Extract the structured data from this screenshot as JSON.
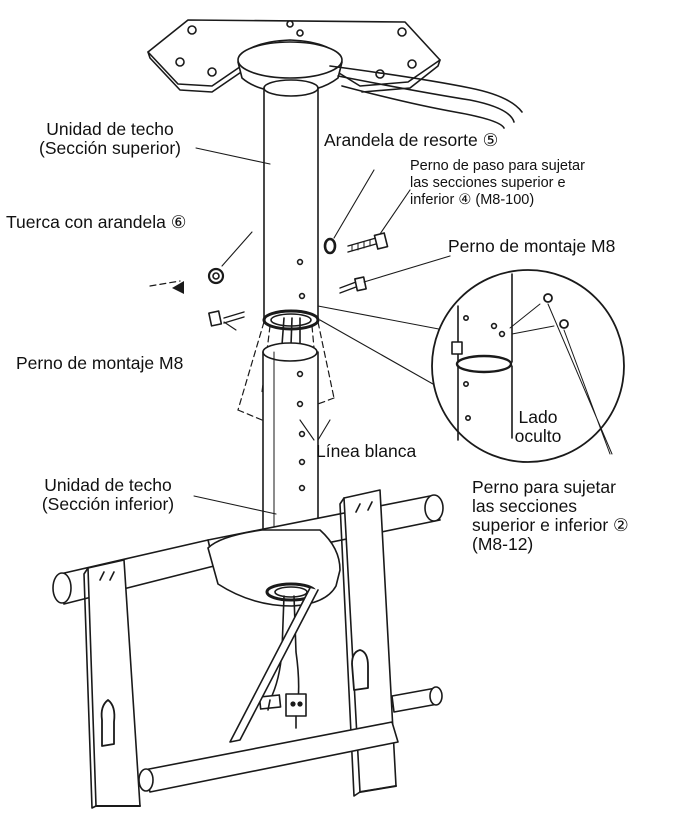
{
  "labels": {
    "ceiling_upper_l1": "Unidad de techo",
    "ceiling_upper_l2": "(Sección superior)",
    "spring_washer": "Arandela de resorte ⑤",
    "through_bolt_l1": "Perno de paso para sujetar",
    "through_bolt_l2": "las secciones superior e",
    "through_bolt_l3": "inferior ④ (M8-100)",
    "nut_washer": "Tuerca con arandela ⑥",
    "mount_bolt_right": "Perno de montaje M8",
    "mount_bolt_left": "Perno de montaje M8",
    "white_line": "Línea blanca",
    "hidden_side_l1": "Lado",
    "hidden_side_l2": "oculto",
    "ceiling_lower_l1": "Unidad de techo",
    "ceiling_lower_l2": "(Sección inferior)",
    "fix_bolt_l1": "Perno para sujetar",
    "fix_bolt_l2": "las secciones",
    "fix_bolt_l3": "superior e inferior ②",
    "fix_bolt_l4": "(M8-12)"
  },
  "colors": {
    "line": "#1a1a1a",
    "fill": "#ffffff",
    "shade": "#d9d9d9"
  }
}
